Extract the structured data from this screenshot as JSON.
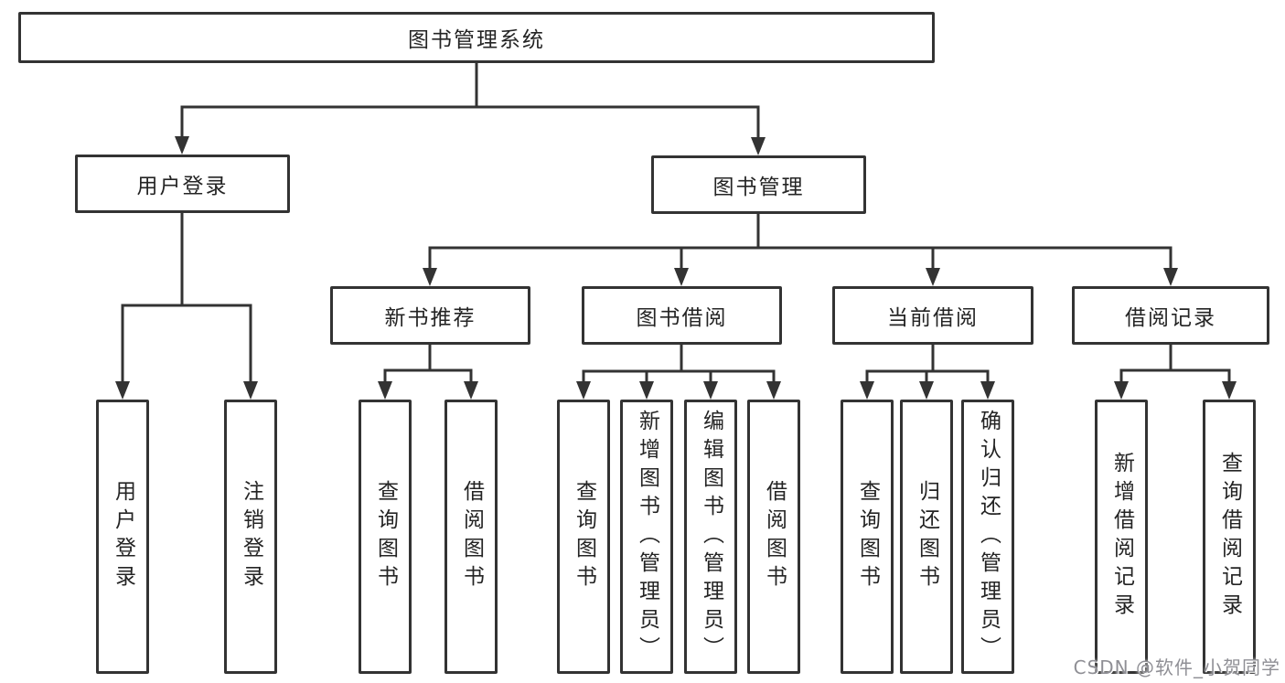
{
  "diagram": {
    "type": "hierarchy-tree",
    "tree": {
      "label": "图书管理系统",
      "children": [
        {
          "label": "用户登录",
          "children": [
            {
              "label": "用户登录"
            },
            {
              "label": "注销登录"
            }
          ]
        },
        {
          "label": "图书管理",
          "children": [
            {
              "label": "新书推荐",
              "children": [
                {
                  "label": "查询图书"
                },
                {
                  "label": "借阅图书"
                }
              ]
            },
            {
              "label": "图书借阅",
              "children": [
                {
                  "label": "查询图书"
                },
                {
                  "label": "新增图书（管理员）"
                },
                {
                  "label": "编辑图书（管理员）"
                },
                {
                  "label": "借阅图书"
                }
              ]
            },
            {
              "label": "当前借阅",
              "children": [
                {
                  "label": "查询图书"
                },
                {
                  "label": "归还图书"
                },
                {
                  "label": "确认归还（管理员）"
                }
              ]
            },
            {
              "label": "借阅记录",
              "children": [
                {
                  "label": "新增借阅记录"
                },
                {
                  "label": "查询借阅记录"
                }
              ]
            }
          ]
        }
      ]
    },
    "watermark": "CSDN @软件_小贺同学",
    "colors": {
      "line": "#333333",
      "box_border": "#333333",
      "text": "#242424",
      "watermark": "#8f8f95",
      "background": "#ffffff"
    }
  }
}
